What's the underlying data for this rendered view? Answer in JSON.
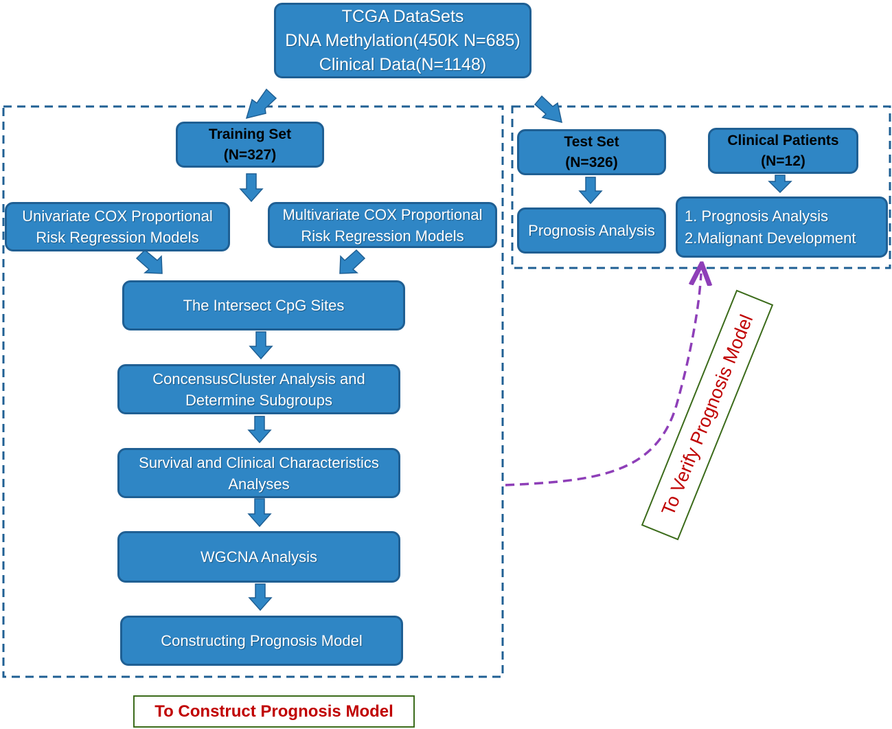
{
  "top": {
    "line1": "TCGA DataSets",
    "line2": "DNA Methylation(450K N=685)",
    "line3": "Clinical Data(N=1148)"
  },
  "training": {
    "line1": "Training Set",
    "line2": "(N=327)"
  },
  "univariate": {
    "line1": "Univariate COX Proportional",
    "line2": "Risk Regression Models"
  },
  "multivariate": {
    "line1": "Multivariate COX Proportional",
    "line2": "Risk Regression Models"
  },
  "intersect": {
    "text": "The Intersect CpG Sites"
  },
  "consensus": {
    "line1": "ConcensusCluster Analysis and",
    "line2": "Determine Subgroups"
  },
  "survival": {
    "line1": "Survival and Clinical Characteristics",
    "line2": "Analyses"
  },
  "wgcna": {
    "text": "WGCNA Analysis"
  },
  "constructing": {
    "text": "Constructing Prognosis Model"
  },
  "test": {
    "line1": "Test Set",
    "line2": "(N=326)"
  },
  "clinical": {
    "line1": "Clinical Patients",
    "line2": "(N=12)"
  },
  "prognosis": {
    "text": "Prognosis Analysis"
  },
  "clinical_results": {
    "line1": "1. Prognosis Analysis",
    "line2": "2.Malignant  Development"
  },
  "labels": {
    "construct": "To Construct Prognosis Model",
    "verify": "To Verify Prognosis Model"
  },
  "colors": {
    "box_fill": "#2f86c5",
    "box_border": "#1f5f93",
    "dashed_border": "#1f5f93",
    "curve": "#8e3fb8",
    "label_text": "#c00000",
    "label_border": "#3b6b1a"
  }
}
